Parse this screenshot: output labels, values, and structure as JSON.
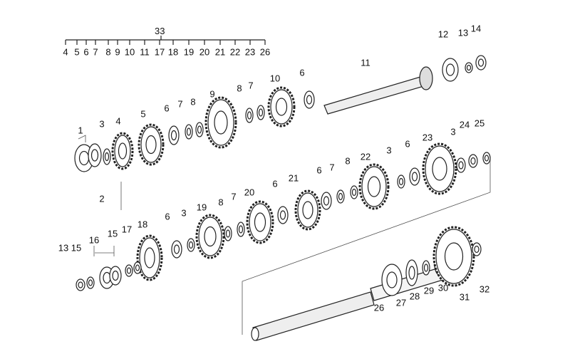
{
  "title": "Gearbox shafts exploded parts diagram",
  "group_reference": {
    "number": "33",
    "members": [
      "4",
      "5",
      "6",
      "7",
      "8",
      "9",
      "10",
      "11",
      "17",
      "18",
      "19",
      "20",
      "21",
      "22",
      "23",
      "26"
    ]
  },
  "callouts": [
    "12",
    "13",
    "14",
    "11",
    "10",
    "6",
    "7",
    "8",
    "9",
    "8",
    "7",
    "6",
    "5",
    "4",
    "3",
    "1",
    "2",
    "23",
    "3",
    "24",
    "25",
    "6",
    "3",
    "22",
    "8",
    "7",
    "6",
    "21",
    "6",
    "20",
    "7",
    "8",
    "19",
    "3",
    "6",
    "18",
    "13",
    "15",
    "16",
    "15",
    "17",
    "26",
    "27",
    "28",
    "29",
    "30",
    "31",
    "32"
  ]
}
